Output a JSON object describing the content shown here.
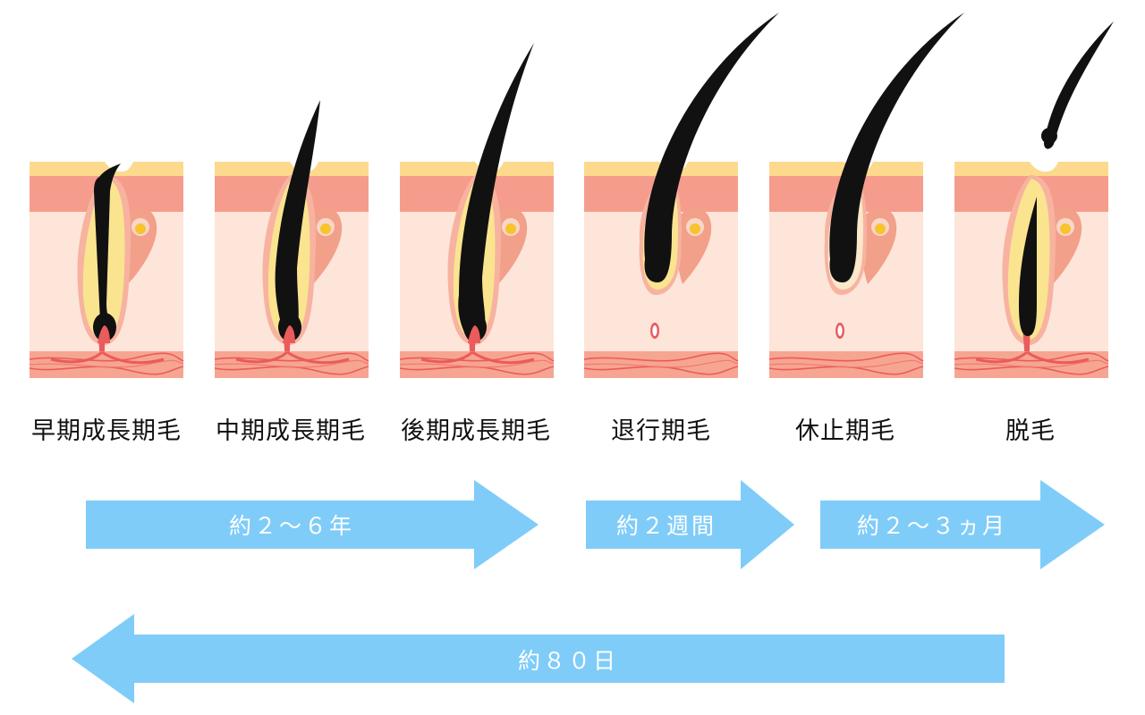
{
  "colors": {
    "epidermis": "#fcd98c",
    "dermis_upper": "#f59c8c",
    "dermis": "#fde5da",
    "vessel_band": "#f7a593",
    "vessel_line": "#ea5b5b",
    "hair": "#111111",
    "sheath": "#fbe48f",
    "gland": "#f2a08a",
    "gland_core": "#f8c32c",
    "arrow": "#7fccf9",
    "arrow_text": "#ffffff"
  },
  "stages": [
    {
      "label": "早期成長期毛",
      "hair": "early-anagen"
    },
    {
      "label": "中期成長期毛",
      "hair": "mid-anagen"
    },
    {
      "label": "後期成長期毛",
      "hair": "late-anagen"
    },
    {
      "label": "退行期毛",
      "hair": "catagen"
    },
    {
      "label": "休止期毛",
      "hair": "telogen"
    },
    {
      "label": "脱毛",
      "hair": "exogen"
    }
  ],
  "durations": [
    {
      "label": "約２～６年",
      "direction": "right"
    },
    {
      "label": "約２週間",
      "direction": "right"
    },
    {
      "label": "約２～３ヵ月",
      "direction": "right"
    },
    {
      "label": "約８０日",
      "direction": "left"
    }
  ]
}
